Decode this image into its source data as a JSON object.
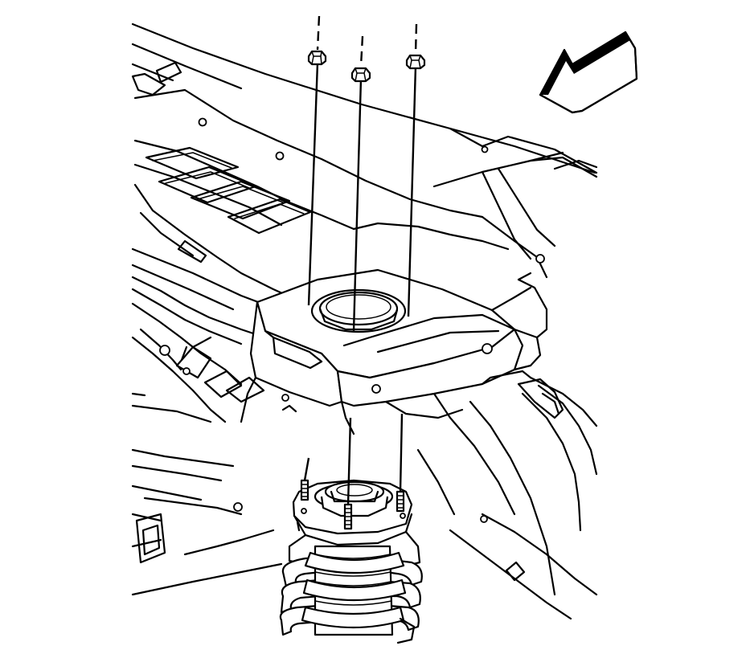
{
  "diagram": {
    "kind": "line-art exploded view",
    "colors": {
      "line": "#000000",
      "background": "#ffffff"
    },
    "direction_arrow": {
      "icon": "arrow-pointing-down-left-icon"
    },
    "fasteners": [
      {
        "id": "nut-left",
        "icon": "hex-nut-icon"
      },
      {
        "id": "nut-center",
        "icon": "hex-nut-icon"
      },
      {
        "id": "nut-right",
        "icon": "hex-nut-icon"
      }
    ],
    "studs": [
      {
        "id": "stud-left",
        "icon": "threaded-stud-icon"
      },
      {
        "id": "stud-center",
        "icon": "threaded-stud-icon"
      },
      {
        "id": "stud-right",
        "icon": "threaded-stud-icon"
      }
    ],
    "components": [
      {
        "id": "body-upper-panel",
        "icon": "body-panel-icon"
      },
      {
        "id": "strut-tower",
        "icon": "strut-tower-icon"
      },
      {
        "id": "strut-mount",
        "icon": "strut-mount-icon"
      },
      {
        "id": "coil-spring",
        "icon": "coil-spring-icon"
      },
      {
        "id": "wheel-opening",
        "icon": "fender-arch-icon"
      }
    ]
  }
}
